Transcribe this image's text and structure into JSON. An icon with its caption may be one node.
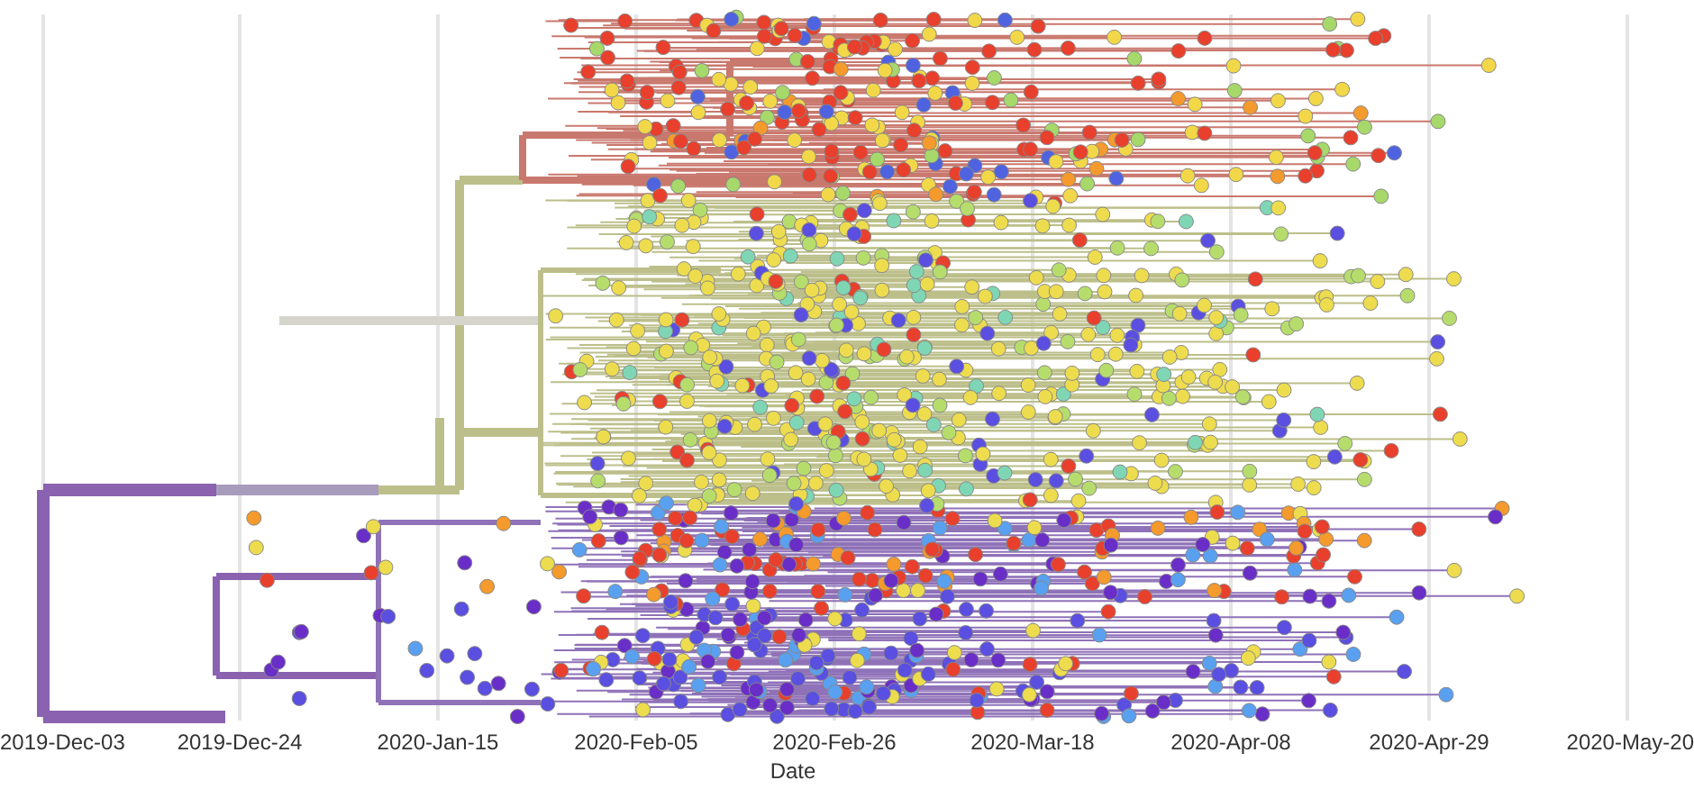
{
  "diagram": {
    "labels": [
      "2019-Dec-03",
      "2019-Dec-24",
      "2020-Jan-15",
      "2020-Feb-05",
      "2020-Feb-26",
      "2020-Mar-18",
      "2020-Apr-08",
      "2020-Apr-29",
      "2020-May-20",
      "Date"
    ]
  }
}
